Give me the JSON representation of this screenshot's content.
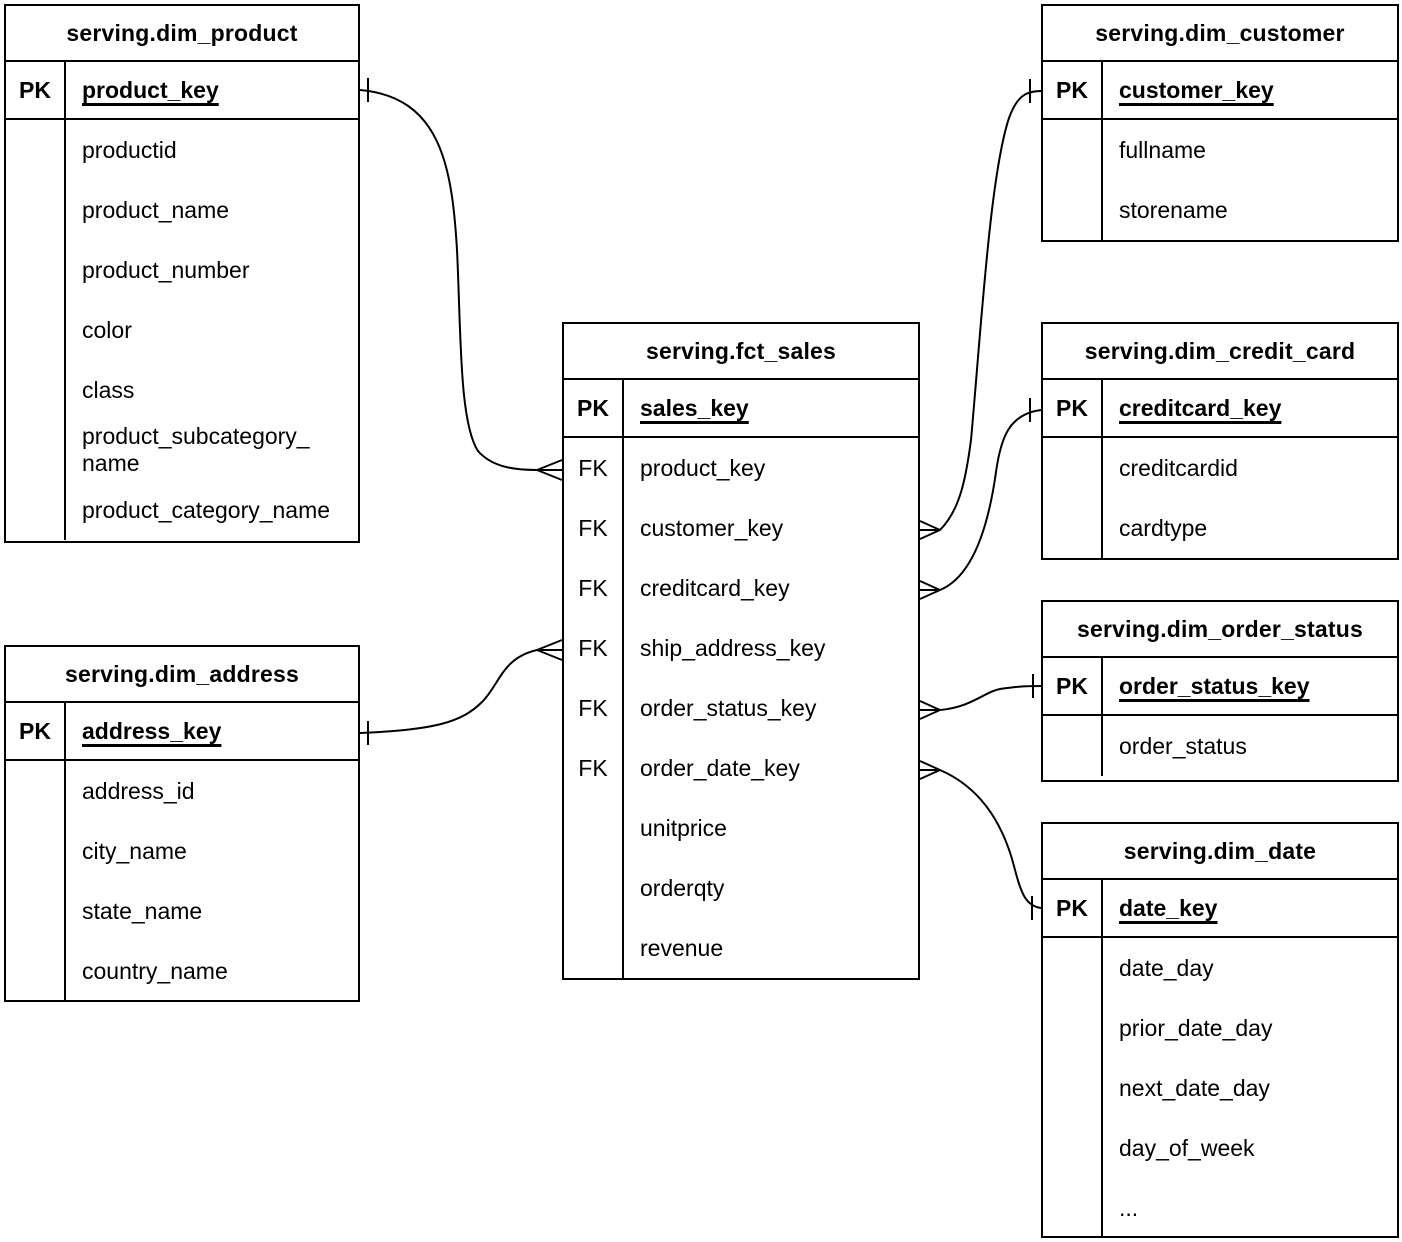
{
  "tables": {
    "dim_product": {
      "title": "serving.dim_product",
      "pk_badge": "PK",
      "pk_field": "product_key",
      "fields": [
        {
          "badge": "",
          "name": "productid"
        },
        {
          "badge": "",
          "name": "product_name"
        },
        {
          "badge": "",
          "name": "product_number"
        },
        {
          "badge": "",
          "name": "color"
        },
        {
          "badge": "",
          "name": "class"
        },
        {
          "badge": "",
          "name": "product_subcategory_\nname"
        },
        {
          "badge": "",
          "name": "product_category_name"
        }
      ]
    },
    "dim_address": {
      "title": "serving.dim_address",
      "pk_badge": "PK",
      "pk_field": "address_key",
      "fields": [
        {
          "badge": "",
          "name": "address_id"
        },
        {
          "badge": "",
          "name": "city_name"
        },
        {
          "badge": "",
          "name": "state_name"
        },
        {
          "badge": "",
          "name": "country_name"
        }
      ]
    },
    "fct_sales": {
      "title": "serving.fct_sales",
      "pk_badge": "PK",
      "pk_field": "sales_key",
      "fields": [
        {
          "badge": "FK",
          "name": "product_key"
        },
        {
          "badge": "FK",
          "name": "customer_key"
        },
        {
          "badge": "FK",
          "name": "creditcard_key"
        },
        {
          "badge": "FK",
          "name": "ship_address_key"
        },
        {
          "badge": "FK",
          "name": "order_status_key"
        },
        {
          "badge": "FK",
          "name": "order_date_key"
        },
        {
          "badge": "",
          "name": "unitprice"
        },
        {
          "badge": "",
          "name": "orderqty"
        },
        {
          "badge": "",
          "name": "revenue"
        }
      ]
    },
    "dim_customer": {
      "title": "serving.dim_customer",
      "pk_badge": "PK",
      "pk_field": "customer_key",
      "fields": [
        {
          "badge": "",
          "name": "fullname"
        },
        {
          "badge": "",
          "name": "storename"
        }
      ]
    },
    "dim_credit_card": {
      "title": "serving.dim_credit_card",
      "pk_badge": "PK",
      "pk_field": "creditcard_key",
      "fields": [
        {
          "badge": "",
          "name": "creditcardid"
        },
        {
          "badge": "",
          "name": "cardtype"
        }
      ]
    },
    "dim_order_status": {
      "title": "serving.dim_order_status",
      "pk_badge": "PK",
      "pk_field": "order_status_key",
      "fields": [
        {
          "badge": "",
          "name": "order_status"
        }
      ]
    },
    "dim_date": {
      "title": "serving.dim_date",
      "pk_badge": "PK",
      "pk_field": "date_key",
      "fields": [
        {
          "badge": "",
          "name": "date_day"
        },
        {
          "badge": "",
          "name": "prior_date_day"
        },
        {
          "badge": "",
          "name": "next_date_day"
        },
        {
          "badge": "",
          "name": "day_of_week"
        },
        {
          "badge": "",
          "name": "..."
        }
      ]
    }
  },
  "relationships": [
    {
      "from": "serving.fct_sales.product_key",
      "to": "serving.dim_product.product_key",
      "cardinality": "many-to-one"
    },
    {
      "from": "serving.fct_sales.customer_key",
      "to": "serving.dim_customer.customer_key",
      "cardinality": "many-to-one"
    },
    {
      "from": "serving.fct_sales.creditcard_key",
      "to": "serving.dim_credit_card.creditcard_key",
      "cardinality": "many-to-one"
    },
    {
      "from": "serving.fct_sales.ship_address_key",
      "to": "serving.dim_address.address_key",
      "cardinality": "many-to-one"
    },
    {
      "from": "serving.fct_sales.order_status_key",
      "to": "serving.dim_order_status.order_status_key",
      "cardinality": "many-to-one"
    },
    {
      "from": "serving.fct_sales.order_date_key",
      "to": "serving.dim_date.date_key",
      "cardinality": "many-to-one"
    }
  ]
}
